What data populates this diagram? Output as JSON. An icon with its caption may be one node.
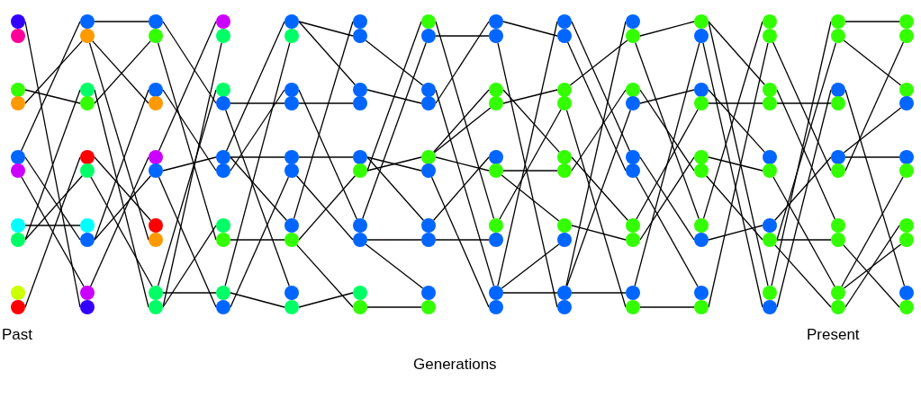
{
  "diagram": {
    "nodes": [
      {
        "text": [],
        "shape": "circle"
      },
      {
        "text": [],
        "shape": "circle"
      },
      {
        "text": [],
        "shape": "circle"
      },
      {
        "text": [],
        "shape": "circle"
      },
      {
        "text": [],
        "shape": "circle"
      },
      {
        "text": [],
        "shape": "circle"
      },
      {
        "text": [],
        "shape": "circle"
      },
      {
        "text": [],
        "shape": "circle"
      },
      {
        "text": [],
        "shape": "circle"
      },
      {
        "text": [],
        "shape": "circle"
      },
      {
        "text": [],
        "shape": "circle"
      },
      {
        "text": [],
        "shape": "circle"
      },
      {
        "text": [],
        "shape": "circle"
      },
      {
        "text": [],
        "shape": "circle"
      },
      {
        "text": [],
        "shape": "circle"
      },
      {
        "text": [],
        "shape": "circle"
      },
      {
        "text": [],
        "shape": "circle"
      },
      {
        "text": [],
        "shape": "circle"
      },
      {
        "text": [],
        "shape": "circle"
      },
      {
        "text": [],
        "shape": "circle"
      },
      {
        "text": [],
        "shape": "circle"
      },
      {
        "text": [],
        "shape": "circle"
      },
      {
        "text": [],
        "shape": "circle"
      },
      {
        "text": [],
        "shape": "circle"
      },
      {
        "text": [],
        "shape": "circle"
      },
      {
        "text": [],
        "shape": "circle"
      },
      {
        "text": [],
        "shape": "circle"
      },
      {
        "text": [],
        "shape": "circle"
      },
      {
        "text": [],
        "shape": "circle"
      },
      {
        "text": [],
        "shape": "circle"
      },
      {
        "text": [],
        "shape": "circle"
      },
      {
        "text": [],
        "shape": "circle"
      },
      {
        "text": [],
        "shape": "circle"
      },
      {
        "text": [],
        "shape": "circle"
      },
      {
        "text": [],
        "shape": "circle"
      },
      {
        "text": [],
        "shape": "circle"
      },
      {
        "text": [],
        "shape": "circle"
      },
      {
        "text": [],
        "shape": "circle"
      },
      {
        "text": [],
        "shape": "circle"
      },
      {
        "text": [],
        "shape": "circle"
      },
      {
        "text": [],
        "shape": "circle"
      },
      {
        "text": [],
        "shape": "circle"
      },
      {
        "text": [],
        "shape": "circle"
      },
      {
        "text": [],
        "shape": "circle"
      },
      {
        "text": [],
        "shape": "circle"
      },
      {
        "text": [],
        "shape": "circle"
      },
      {
        "text": [],
        "shape": "circle"
      },
      {
        "text": [],
        "shape": "circle"
      },
      {
        "text": [],
        "shape": "circle"
      },
      {
        "text": [],
        "shape": "circle"
      },
      {
        "text": [],
        "shape": "circle"
      },
      {
        "text": [],
        "shape": "circle"
      },
      {
        "text": [],
        "shape": "circle"
      },
      {
        "text": [],
        "shape": "circle"
      },
      {
        "text": [],
        "shape": "circle"
      },
      {
        "text": [],
        "shape": "circle"
      },
      {
        "text": [],
        "shape": "circle"
      },
      {
        "text": [],
        "shape": "circle"
      },
      {
        "text": [],
        "shape": "circle"
      },
      {
        "text": [],
        "shape": "circle"
      },
      {
        "text": [],
        "shape": "circle"
      },
      {
        "text": [],
        "shape": "circle"
      },
      {
        "text": [],
        "shape": "circle"
      },
      {
        "text": [],
        "shape": "circle"
      },
      {
        "text": [],
        "shape": "circle"
      },
      {
        "text": [],
        "shape": "circle"
      },
      {
        "text": [],
        "shape": "circle"
      },
      {
        "text": [],
        "shape": "circle"
      },
      {
        "text": [],
        "shape": "circle"
      },
      {
        "text": [],
        "shape": "circle"
      },
      {
        "text": [],
        "shape": "circle"
      },
      {
        "text": [],
        "shape": "circle"
      },
      {
        "text": [],
        "shape": "circle"
      },
      {
        "text": [],
        "shape": "circle"
      },
      {
        "text": [],
        "shape": "circle"
      },
      {
        "text": [],
        "shape": "circle"
      },
      {
        "text": [],
        "shape": "circle"
      },
      {
        "text": [],
        "shape": "circle"
      },
      {
        "text": [],
        "shape": "circle"
      },
      {
        "text": [],
        "shape": "circle"
      },
      {
        "text": [],
        "shape": "circle"
      },
      {
        "text": [],
        "shape": "circle"
      },
      {
        "text": [],
        "shape": "circle"
      },
      {
        "text": [],
        "shape": "circle"
      },
      {
        "text": [],
        "shape": "circle"
      },
      {
        "text": [],
        "shape": "circle"
      },
      {
        "text": [],
        "shape": "circle"
      },
      {
        "text": [],
        "shape": "circle"
      },
      {
        "text": [],
        "shape": "circle"
      },
      {
        "text": [],
        "shape": "circle"
      },
      {
        "text": [],
        "shape": "circle"
      },
      {
        "text": [],
        "shape": "circle"
      },
      {
        "text": [],
        "shape": "circle"
      },
      {
        "text": [],
        "shape": "circle"
      },
      {
        "text": [],
        "shape": "circle"
      },
      {
        "text": [],
        "shape": "circle"
      },
      {
        "text": [],
        "shape": "circle"
      },
      {
        "text": [],
        "shape": "circle"
      },
      {
        "text": [],
        "shape": "circle"
      },
      {
        "text": [],
        "shape": "circle"
      },
      {
        "text": [],
        "shape": "circle"
      },
      {
        "text": [],
        "shape": "circle"
      },
      {
        "text": [],
        "shape": "circle"
      },
      {
        "text": [],
        "shape": "circle"
      },
      {
        "text": [],
        "shape": "circle"
      },
      {
        "text": [],
        "shape": "circle"
      },
      {
        "text": [],
        "shape": "circle"
      },
      {
        "text": [],
        "shape": "circle"
      },
      {
        "text": [],
        "shape": "circle"
      },
      {
        "text": [],
        "shape": "circle"
      },
      {
        "text": [],
        "shape": "circle"
      },
      {
        "text": [],
        "shape": "circle"
      },
      {
        "text": [],
        "shape": "circle"
      },
      {
        "text": [],
        "shape": "circle"
      },
      {
        "text": [],
        "shape": "circle"
      },
      {
        "text": [],
        "shape": "circle"
      },
      {
        "text": [],
        "shape": "circle"
      },
      {
        "text": [],
        "shape": "circle"
      },
      {
        "text": [],
        "shape": "circle"
      },
      {
        "text": [],
        "shape": "circle"
      },
      {
        "text": [],
        "shape": "circle"
      },
      {
        "text": [],
        "shape": "circle"
      },
      {
        "text": [],
        "shape": "circle"
      },
      {
        "text": [],
        "shape": "circle"
      },
      {
        "text": [],
        "shape": "circle"
      },
      {
        "text": [],
        "shape": "circle"
      },
      {
        "text": [],
        "shape": "circle"
      },
      {
        "text": [],
        "shape": "circle"
      },
      {
        "text": [],
        "shape": "circle"
      },
      {
        "text": [],
        "shape": "circle"
      },
      {
        "text": [],
        "shape": "circle"
      },
      {
        "text": [],
        "shape": "circle"
      },
      {
        "text": [],
        "shape": "circle"
      },
      {
        "text": [],
        "shape": "circle"
      },
      {
        "text": [],
        "shape": "circle"
      },
      {
        "text": [],
        "shape": "circle"
      },
      {
        "text": [],
        "shape": "circle"
      },
      {
        "text": [],
        "shape": "circle"
      },
      {
        "text": [],
        "shape": "circle"
      },
      {
        "text": [],
        "shape": "circle"
      }
    ],
    "edges": [
      {
        "from": 4,
        "to": 10,
        "arrow": "none"
      },
      {
        "from": 3,
        "to": 11,
        "arrow": "none"
      },
      {
        "from": 7,
        "to": 12,
        "arrow": "none"
      },
      {
        "from": 2,
        "to": 13,
        "arrow": "none"
      },
      {
        "from": 9,
        "to": 14,
        "arrow": "none"
      },
      {
        "from": 7,
        "to": 15,
        "arrow": "none"
      },
      {
        "from": 6,
        "to": 16,
        "arrow": "none"
      },
      {
        "from": 4,
        "to": 17,
        "arrow": "none"
      },
      {
        "from": 5,
        "to": 18,
        "arrow": "none"
      },
      {
        "from": 0,
        "to": 19,
        "arrow": "none"
      },
      {
        "from": 10,
        "to": 20,
        "arrow": "none"
      },
      {
        "from": 13,
        "to": 21,
        "arrow": "none"
      },
      {
        "from": 17,
        "to": 22,
        "arrow": "none"
      },
      {
        "from": 11,
        "to": 23,
        "arrow": "none"
      },
      {
        "from": 18,
        "to": 24,
        "arrow": "none"
      },
      {
        "from": 17,
        "to": 25,
        "arrow": "none"
      },
      {
        "from": 14,
        "to": 26,
        "arrow": "none"
      },
      {
        "from": 11,
        "to": 27,
        "arrow": "none"
      },
      {
        "from": 15,
        "to": 28,
        "arrow": "none"
      },
      {
        "from": 12,
        "to": 29,
        "arrow": "none"
      },
      {
        "from": 24,
        "to": 30,
        "arrow": "none"
      },
      {
        "from": 29,
        "to": 31,
        "arrow": "none"
      },
      {
        "from": 28,
        "to": 32,
        "arrow": "none"
      },
      {
        "from": 20,
        "to": 33,
        "arrow": "none"
      },
      {
        "from": 25,
        "to": 34,
        "arrow": "none"
      },
      {
        "from": 22,
        "to": 35,
        "arrow": "none"
      },
      {
        "from": 29,
        "to": 36,
        "arrow": "none"
      },
      {
        "from": 21,
        "to": 37,
        "arrow": "none"
      },
      {
        "from": 28,
        "to": 38,
        "arrow": "none"
      },
      {
        "from": 25,
        "to": 39,
        "arrow": "none"
      },
      {
        "from": 34,
        "to": 40,
        "arrow": "none"
      },
      {
        "from": 38,
        "to": 41,
        "arrow": "none"
      },
      {
        "from": 35,
        "to": 42,
        "arrow": "none"
      },
      {
        "from": 33,
        "to": 43,
        "arrow": "none"
      },
      {
        "from": 34,
        "to": 44,
        "arrow": "none"
      },
      {
        "from": 39,
        "to": 45,
        "arrow": "none"
      },
      {
        "from": 34,
        "to": 46,
        "arrow": "none"
      },
      {
        "from": 37,
        "to": 47,
        "arrow": "none"
      },
      {
        "from": 33,
        "to": 48,
        "arrow": "none"
      },
      {
        "from": 38,
        "to": 49,
        "arrow": "none"
      },
      {
        "from": 46,
        "to": 50,
        "arrow": "none"
      },
      {
        "from": 40,
        "to": 51,
        "arrow": "none"
      },
      {
        "from": 40,
        "to": 52,
        "arrow": "none"
      },
      {
        "from": 43,
        "to": 53,
        "arrow": "none"
      },
      {
        "from": 44,
        "to": 54,
        "arrow": "none"
      },
      {
        "from": 47,
        "to": 55,
        "arrow": "none"
      },
      {
        "from": 42,
        "to": 56,
        "arrow": "none"
      },
      {
        "from": 45,
        "to": 57,
        "arrow": "none"
      },
      {
        "from": 49,
        "to": 58,
        "arrow": "none"
      },
      {
        "from": 47,
        "to": 59,
        "arrow": "none"
      },
      {
        "from": 55,
        "to": 60,
        "arrow": "none"
      },
      {
        "from": 56,
        "to": 61,
        "arrow": "none"
      },
      {
        "from": 51,
        "to": 62,
        "arrow": "none"
      },
      {
        "from": 52,
        "to": 63,
        "arrow": "none"
      },
      {
        "from": 55,
        "to": 64,
        "arrow": "none"
      },
      {
        "from": 54,
        "to": 65,
        "arrow": "none"
      },
      {
        "from": 54,
        "to": 66,
        "arrow": "none"
      },
      {
        "from": 57,
        "to": 67,
        "arrow": "none"
      },
      {
        "from": 57,
        "to": 68,
        "arrow": "none"
      },
      {
        "from": 59,
        "to": 69,
        "arrow": "none"
      },
      {
        "from": 63,
        "to": 70,
        "arrow": "none"
      },
      {
        "from": 61,
        "to": 71,
        "arrow": "none"
      },
      {
        "from": 64,
        "to": 72,
        "arrow": "none"
      },
      {
        "from": 64,
        "to": 73,
        "arrow": "none"
      },
      {
        "from": 66,
        "to": 74,
        "arrow": "none"
      },
      {
        "from": 64,
        "to": 75,
        "arrow": "none"
      },
      {
        "from": 60,
        "to": 76,
        "arrow": "none"
      },
      {
        "from": 67,
        "to": 77,
        "arrow": "none"
      },
      {
        "from": 62,
        "to": 78,
        "arrow": "none"
      },
      {
        "from": 65,
        "to": 79,
        "arrow": "none"
      },
      {
        "from": 78,
        "to": 80,
        "arrow": "none"
      },
      {
        "from": 70,
        "to": 81,
        "arrow": "none"
      },
      {
        "from": 73,
        "to": 82,
        "arrow": "none"
      },
      {
        "from": 76,
        "to": 83,
        "arrow": "none"
      },
      {
        "from": 72,
        "to": 84,
        "arrow": "none"
      },
      {
        "from": 75,
        "to": 85,
        "arrow": "none"
      },
      {
        "from": 75,
        "to": 86,
        "arrow": "none"
      },
      {
        "from": 78,
        "to": 87,
        "arrow": "none"
      },
      {
        "from": 78,
        "to": 88,
        "arrow": "none"
      },
      {
        "from": 71,
        "to": 89,
        "arrow": "none"
      },
      {
        "from": 88,
        "to": 90,
        "arrow": "none"
      },
      {
        "from": 82,
        "to": 91,
        "arrow": "none"
      },
      {
        "from": 85,
        "to": 92,
        "arrow": "none"
      },
      {
        "from": 88,
        "to": 93,
        "arrow": "none"
      },
      {
        "from": 80,
        "to": 94,
        "arrow": "none"
      },
      {
        "from": 81,
        "to": 95,
        "arrow": "none"
      },
      {
        "from": 84,
        "to": 96,
        "arrow": "none"
      },
      {
        "from": 86,
        "to": 97,
        "arrow": "none"
      },
      {
        "from": 88,
        "to": 98,
        "arrow": "none"
      },
      {
        "from": 83,
        "to": 99,
        "arrow": "none"
      },
      {
        "from": 91,
        "to": 100,
        "arrow": "none"
      },
      {
        "from": 98,
        "to": 101,
        "arrow": "none"
      },
      {
        "from": 93,
        "to": 102,
        "arrow": "none"
      },
      {
        "from": 96,
        "to": 103,
        "arrow": "none"
      },
      {
        "from": 97,
        "to": 104,
        "arrow": "none"
      },
      {
        "from": 92,
        "to": 105,
        "arrow": "none"
      },
      {
        "from": 91,
        "to": 106,
        "arrow": "none"
      },
      {
        "from": 94,
        "to": 107,
        "arrow": "none"
      },
      {
        "from": 95,
        "to": 108,
        "arrow": "none"
      },
      {
        "from": 99,
        "to": 109,
        "arrow": "none"
      },
      {
        "from": 106,
        "to": 110,
        "arrow": "none"
      },
      {
        "from": 109,
        "to": 111,
        "arrow": "none"
      },
      {
        "from": 100,
        "to": 112,
        "arrow": "none"
      },
      {
        "from": 103,
        "to": 113,
        "arrow": "none"
      },
      {
        "from": 102,
        "to": 114,
        "arrow": "none"
      },
      {
        "from": 104,
        "to": 115,
        "arrow": "none"
      },
      {
        "from": 107,
        "to": 116,
        "arrow": "none"
      },
      {
        "from": 105,
        "to": 117,
        "arrow": "none"
      },
      {
        "from": 100,
        "to": 118,
        "arrow": "none"
      },
      {
        "from": 101,
        "to": 119,
        "arrow": "none"
      },
      {
        "from": 118,
        "to": 120,
        "arrow": "none"
      },
      {
        "from": 117,
        "to": 121,
        "arrow": "none"
      },
      {
        "from": 119,
        "to": 122,
        "arrow": "none"
      },
      {
        "from": 113,
        "to": 123,
        "arrow": "none"
      },
      {
        "from": 116,
        "to": 124,
        "arrow": "none"
      },
      {
        "from": 111,
        "to": 125,
        "arrow": "none"
      },
      {
        "from": 112,
        "to": 126,
        "arrow": "none"
      },
      {
        "from": 117,
        "to": 127,
        "arrow": "none"
      },
      {
        "from": 115,
        "to": 128,
        "arrow": "none"
      },
      {
        "from": 117,
        "to": 129,
        "arrow": "none"
      },
      {
        "from": 120,
        "to": 130,
        "arrow": "none"
      },
      {
        "from": 125,
        "to": 131,
        "arrow": "none"
      },
      {
        "from": 121,
        "to": 132,
        "arrow": "none"
      },
      {
        "from": 124,
        "to": 133,
        "arrow": "none"
      },
      {
        "from": 124,
        "to": 134,
        "arrow": "none"
      },
      {
        "from": 128,
        "to": 135,
        "arrow": "none"
      },
      {
        "from": 129,
        "to": 136,
        "arrow": "none"
      },
      {
        "from": 128,
        "to": 137,
        "arrow": "none"
      },
      {
        "from": 122,
        "to": 138,
        "arrow": "none"
      },
      {
        "from": 127,
        "to": 139,
        "arrow": "none"
      }
    ],
    "labels": [
      "Past",
      "Present",
      "Generations"
    ]
  }
}
